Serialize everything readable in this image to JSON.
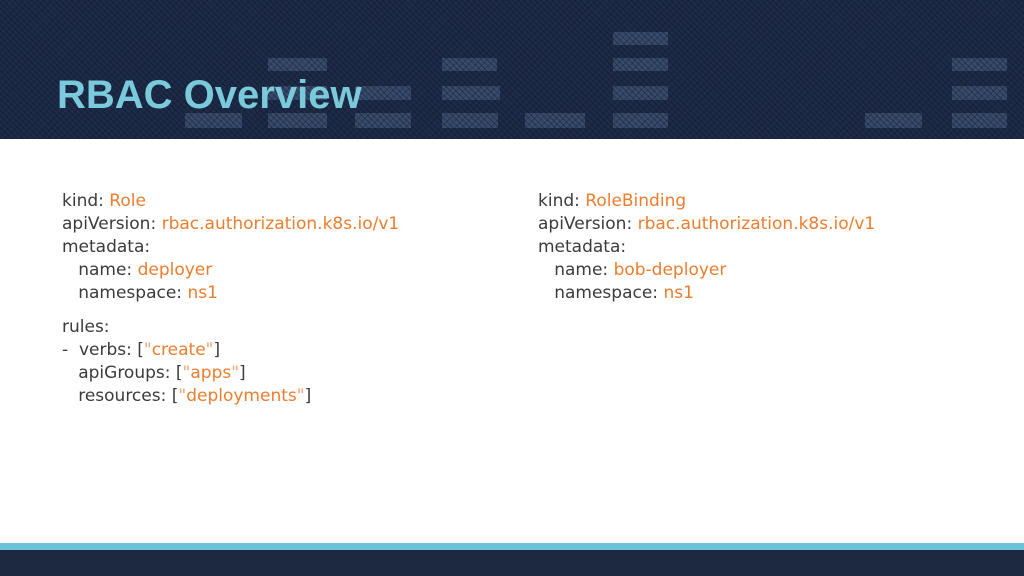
{
  "slide": {
    "title": "RBAC Overview"
  },
  "theme": {
    "header_bg": "#1e2c49",
    "title_color": "#7acadb",
    "body_bg": "#ffffff",
    "footer_stripe": "#6bc3d7",
    "footer_bar": "#1d2841",
    "code_key_color": "#3b3b3b",
    "code_value_color": "#ed7d2e",
    "code_quote_color": "#f0a570"
  },
  "code_blocks": [
    {
      "name": "role-yaml",
      "lines": [
        {
          "seg": [
            [
              "kind: ",
              "k"
            ],
            [
              "Role",
              "v"
            ]
          ]
        },
        {
          "seg": [
            [
              "apiVersion: ",
              "k"
            ],
            [
              "rbac.authorization.k8s.io/v1",
              "v"
            ]
          ]
        },
        {
          "seg": [
            [
              "metadata:",
              "k"
            ]
          ]
        },
        {
          "seg": [
            [
              "   name: ",
              "k"
            ],
            [
              "deployer",
              "v"
            ]
          ]
        },
        {
          "seg": [
            [
              "   namespace: ",
              "k"
            ],
            [
              "ns1",
              "v"
            ]
          ]
        },
        {
          "blank": true
        },
        {
          "seg": [
            [
              "rules:",
              "k"
            ]
          ]
        },
        {
          "seg": [
            [
              "-  verbs: [",
              "k"
            ],
            [
              "\"",
              "q"
            ],
            [
              "create",
              "v"
            ],
            [
              "\"",
              "q"
            ],
            [
              "]",
              "k"
            ]
          ]
        },
        {
          "seg": [
            [
              "   apiGroups: [",
              "k"
            ],
            [
              "\"",
              "q"
            ],
            [
              "apps",
              "v"
            ],
            [
              "\"",
              "q"
            ],
            [
              "]",
              "k"
            ]
          ]
        },
        {
          "seg": [
            [
              "   resources: [",
              "k"
            ],
            [
              "\"",
              "q"
            ],
            [
              "deployments",
              "v"
            ],
            [
              "\"",
              "q"
            ],
            [
              "]",
              "k"
            ]
          ]
        }
      ]
    },
    {
      "name": "rolebinding-yaml",
      "lines": [
        {
          "seg": [
            [
              "kind: ",
              "k"
            ],
            [
              "RoleBinding",
              "v"
            ]
          ]
        },
        {
          "seg": [
            [
              "apiVersion: ",
              "k"
            ],
            [
              "rbac.authorization.k8s.io/v1",
              "v"
            ]
          ]
        },
        {
          "seg": [
            [
              "metadata:",
              "k"
            ]
          ]
        },
        {
          "seg": [
            [
              "   name: ",
              "k"
            ],
            [
              "bob-deployer",
              "v"
            ]
          ]
        },
        {
          "seg": [
            [
              "   namespace: ",
              "k"
            ],
            [
              "ns1",
              "v"
            ]
          ]
        }
      ]
    }
  ]
}
